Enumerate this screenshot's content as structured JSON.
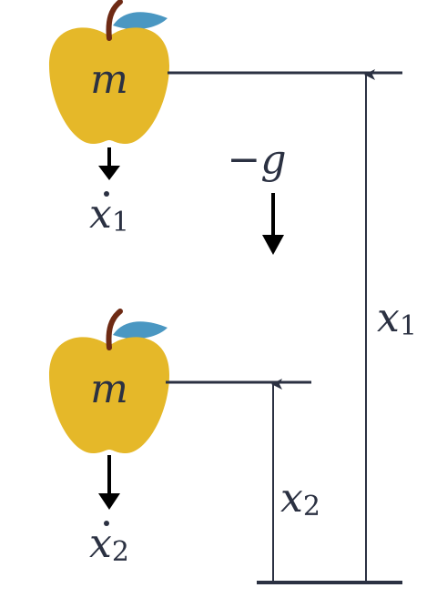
{
  "colors": {
    "apple_body": "#E5B829",
    "apple_stem": "#6E2A14",
    "apple_leaf": "#4A97C2",
    "line": "#2B3142",
    "arrow": "#000000",
    "text": "#2B3142"
  },
  "gravity": {
    "label": "−g"
  },
  "apple_top": {
    "mass_label": "m",
    "velocity": {
      "base": "x",
      "sub": "1"
    }
  },
  "apple_bottom": {
    "mass_label": "m",
    "velocity": {
      "base": "x",
      "sub": "2"
    }
  },
  "position_x1": {
    "base": "x",
    "sub": "1"
  },
  "position_x2": {
    "base": "x",
    "sub": "2"
  }
}
